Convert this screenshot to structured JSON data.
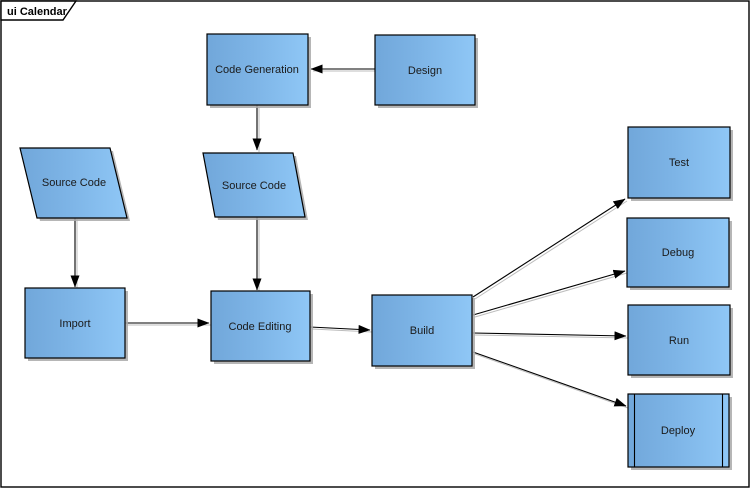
{
  "frame": {
    "label": "ui Calendar"
  },
  "nodes": {
    "code_generation": {
      "label": "Code Generation",
      "shape": "rectangle"
    },
    "design": {
      "label": "Design",
      "shape": "rectangle"
    },
    "source_code_top": {
      "label": "Source Code",
      "shape": "parallelogram"
    },
    "source_code_left": {
      "label": "Source Code",
      "shape": "parallelogram"
    },
    "import": {
      "label": "Import",
      "shape": "rectangle"
    },
    "code_editing": {
      "label": "Code Editing",
      "shape": "rectangle"
    },
    "build": {
      "label": "Build",
      "shape": "rectangle"
    },
    "test": {
      "label": "Test",
      "shape": "rectangle"
    },
    "debug": {
      "label": "Debug",
      "shape": "rectangle"
    },
    "run": {
      "label": "Run",
      "shape": "rectangle"
    },
    "deploy": {
      "label": "Deploy",
      "shape": "subroutine"
    }
  },
  "edges": [
    {
      "from": "design",
      "to": "code_generation"
    },
    {
      "from": "code_generation",
      "to": "source_code_top"
    },
    {
      "from": "source_code_top",
      "to": "code_editing"
    },
    {
      "from": "source_code_left",
      "to": "import"
    },
    {
      "from": "import",
      "to": "code_editing"
    },
    {
      "from": "code_editing",
      "to": "build"
    },
    {
      "from": "build",
      "to": "test"
    },
    {
      "from": "build",
      "to": "debug"
    },
    {
      "from": "build",
      "to": "run"
    },
    {
      "from": "build",
      "to": "deploy"
    }
  ],
  "colors": {
    "node_fill_left": "#71a7da",
    "node_fill_right": "#8fc7f6",
    "node_border": "#000000",
    "edge": "#000000",
    "shadow": "#a9a9a9",
    "background": "#ffffff",
    "frame_border": "#000000"
  }
}
